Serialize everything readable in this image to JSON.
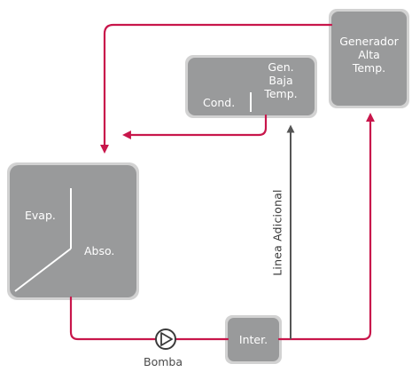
{
  "diagram": {
    "boxes": {
      "generator_high": {
        "lines": [
          "Generador",
          "Alta",
          "Temp."
        ]
      },
      "condenser": {
        "label": "Cond."
      },
      "generator_low": {
        "lines": [
          "Gen.",
          "Baja",
          "Temp."
        ]
      },
      "evaporator": {
        "label": "Evap."
      },
      "absorber": {
        "label": "Abso."
      },
      "intercambiador": {
        "label": "Inter."
      }
    },
    "pump": {
      "label": "Bomba"
    },
    "additional_line": {
      "label": "Linea Adicional"
    }
  },
  "colors": {
    "box_fill": "#999a9b",
    "box_shadow": "#d2d2d2",
    "refrigerant_line": "#c8164b",
    "additional_line": "#555555",
    "divider": "#ffffff"
  }
}
